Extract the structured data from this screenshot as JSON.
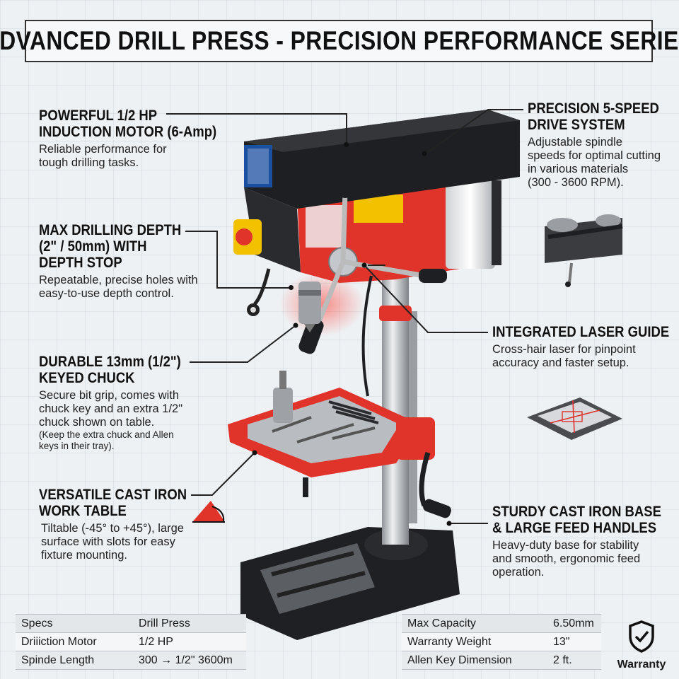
{
  "title": "ADVANCED DRILL PRESS - PRECISION PERFORMANCE SERIES",
  "features": {
    "motor": {
      "heading": [
        "POWERFUL 1/2 HP",
        "INDUCTION MOTOR (6-Amp)"
      ],
      "desc": [
        "Reliable performance for",
        "tough drilling tasks."
      ]
    },
    "depth": {
      "heading": [
        "MAX DRILLING DEPTH",
        "(2\" / 50mm) WITH",
        "DEPTH STOP"
      ],
      "desc": [
        "Repeatable, precise holes with",
        "easy-to-use depth control."
      ]
    },
    "chuck": {
      "heading": [
        "DURABLE 13mm (1/2\")",
        "KEYED CHUCK"
      ],
      "desc": [
        "Secure bit grip, comes with",
        "chuck key and an extra 1/2\"",
        "chuck shown on table."
      ],
      "note": [
        "(Keep the extra chuck and Allen",
        "keys in their tray)."
      ]
    },
    "table": {
      "heading": [
        "VERSATILE CAST IRON",
        "WORK TABLE"
      ],
      "desc": [
        "Tiltable (-45° to +45°), large",
        "surface with slots for easy",
        "fixture mounting."
      ]
    },
    "speed": {
      "heading": [
        "PRECISION 5-SPEED",
        "DRIVE SYSTEM"
      ],
      "desc": [
        "Adjustable spindle",
        "speeds for optimal cutting",
        "in various materials",
        "(300 - 3600 RPM)."
      ]
    },
    "laser": {
      "heading": [
        "INTEGRATED LASER GUIDE"
      ],
      "desc": [
        "Cross-hair laser for pinpoint",
        "accuracy and faster setup."
      ]
    },
    "base": {
      "heading": [
        "STURDY CAST IRON BASE",
        "& LARGE FEED HANDLES"
      ],
      "desc": [
        "Heavy-duty base for stability",
        "and smooth, ergonomic feed",
        "operation."
      ]
    }
  },
  "specs_left": [
    [
      "Specs",
      "Drill Press"
    ],
    [
      "Driiiction Motor",
      "1/2 HP"
    ],
    [
      "Spinde Length",
      "300 → 1/2\" 3600m"
    ]
  ],
  "specs_right": [
    [
      "Max Capacity",
      "6.50mm"
    ],
    [
      "Warranty Weight",
      "13\""
    ],
    [
      "Allen Key Dimension",
      "2 ft."
    ]
  ],
  "warranty_label": "Warranty",
  "icons": [
    "shield-check-icon",
    "angle-tilt-icon"
  ],
  "colors": {
    "accent_red": "#e0332a",
    "body_black": "#1e1f22",
    "column_silver": "#c9ccd0"
  }
}
